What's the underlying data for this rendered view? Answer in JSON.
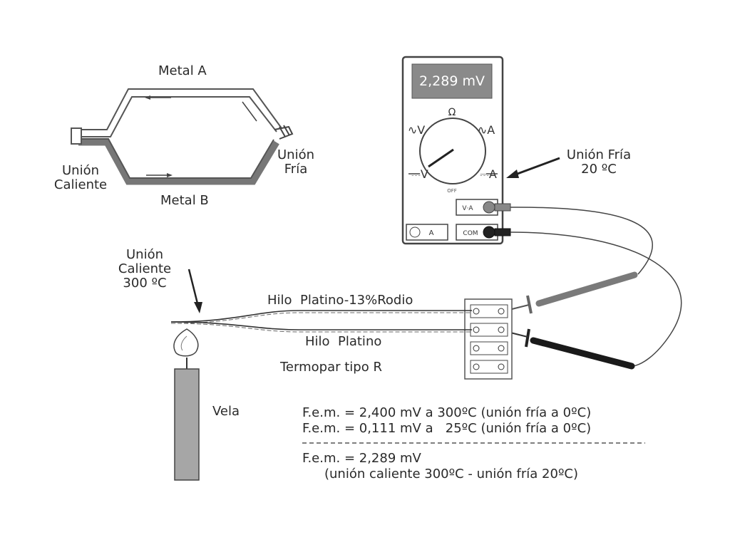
{
  "thermocouple_principle": {
    "metal_a": "Metal A",
    "metal_b": "Metal B",
    "hot_junction_line1": "Unión",
    "hot_junction_line2": "Caliente",
    "cold_junction_line1": "Unión",
    "cold_junction_line2": "Fría"
  },
  "multimeter": {
    "display_value": "2,289 mV",
    "symbol_ohm": "Ω",
    "symbol_acv": "∿V",
    "symbol_aca": "∿A",
    "symbol_dcv": "⎓V",
    "symbol_dca": "⎓A",
    "off_label": "OFF",
    "jack_va_label": "V·A",
    "jack_com_label": "COM",
    "jack_a_label": "A"
  },
  "cold_junction_callout": {
    "line1": "Unión Fría",
    "line2": "20 ºC"
  },
  "hot_junction_callout": {
    "line1": "Unión",
    "line2": "Caliente",
    "line3": "300 ºC"
  },
  "wires": {
    "upper_label": "Hilo  Platino-13%Rodio",
    "lower_label": "Hilo  Platino",
    "type_label": "Termopar tipo R"
  },
  "candle_label": "Vela",
  "equations": {
    "line1": "F.e.m. = 2,400 mV a 300ºC (unión fría a 0ºC)",
    "line2": "F.e.m. = 0,111 mV a   25ºC (unión fría a 0ºC)",
    "line3": "F.e.m. = 2,289 mV",
    "line4": "(unión caliente 300ºC - unión fría 20ºC)"
  },
  "colors": {
    "display_bg": "#8a8a8a",
    "candle_fill": "#a6a6a6",
    "probe_red": "#7a7a7a",
    "probe_black": "#1a1a1a"
  }
}
